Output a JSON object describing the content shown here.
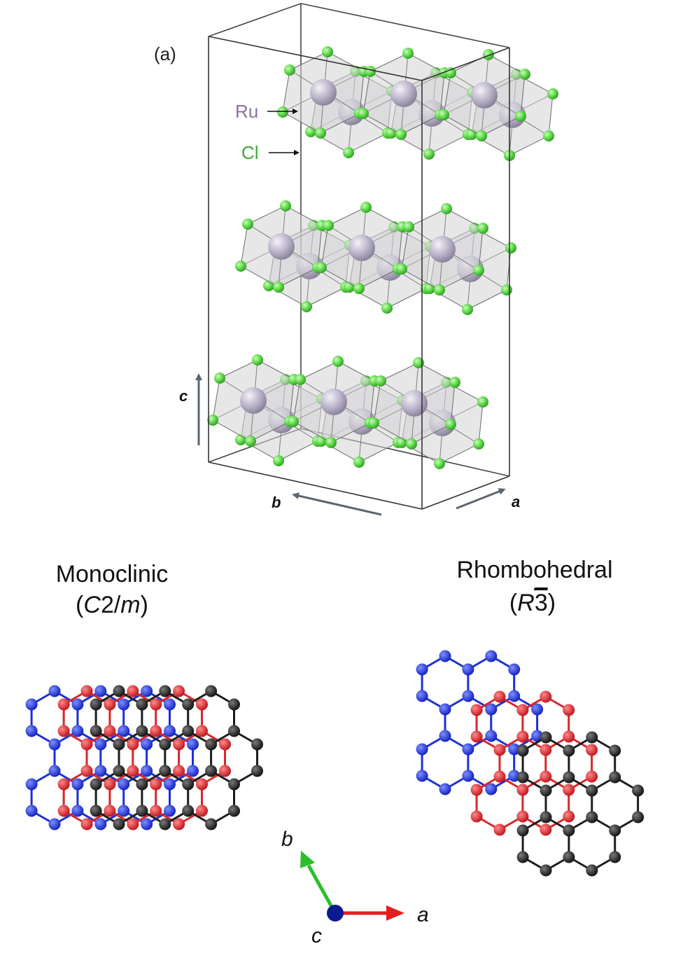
{
  "panel_label": "(a)",
  "species": {
    "ru": {
      "label": "Ru",
      "color": "#8a6fa0",
      "atom_color": "#c9c3d6"
    },
    "cl": {
      "label": "Cl",
      "color": "#3aa83a",
      "atom_color": "#6ddf5a"
    }
  },
  "crystal_axes": {
    "c": "c",
    "b": "b",
    "a": "a"
  },
  "monoclinic": {
    "title": "Monoclinic",
    "symbol_open": "(",
    "symbol_italic_1": "C",
    "symbol_plain": "2/",
    "symbol_italic_2": "m",
    "symbol_close": ")"
  },
  "rhombohedral": {
    "title": "Rhombohedral",
    "symbol_open": "(",
    "symbol_italic": "R",
    "symbol_overbar": "3",
    "symbol_close": ")"
  },
  "layer_axes": {
    "a": "a",
    "b": "b",
    "c": "c"
  },
  "layer_colors": {
    "blue": "#1a2fd8",
    "red": "#d8262a",
    "black": "#1c1c1c"
  },
  "axis_arrow_colors": {
    "a": "#e02020",
    "b": "#28c028",
    "c": "#0a1a90"
  }
}
